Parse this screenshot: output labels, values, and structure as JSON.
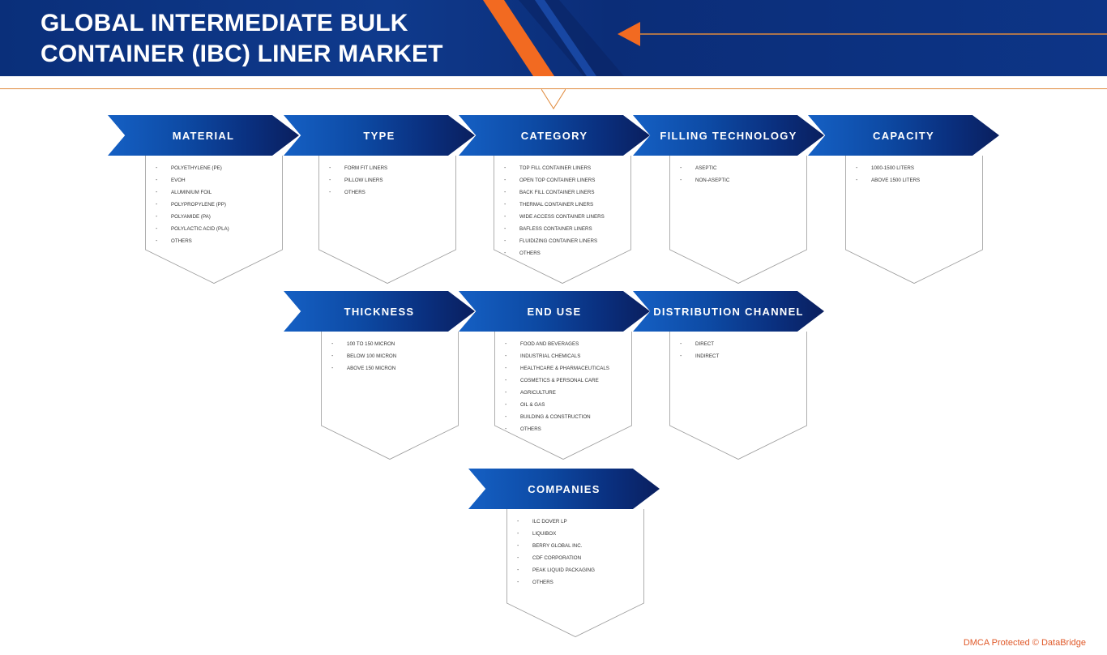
{
  "title": {
    "line1": "GLOBAL INTERMEDIATE BULK",
    "line2": "CONTAINER (IBC) LINER MARKET"
  },
  "colors": {
    "header_blue": "#0f3a8c",
    "accent_orange": "#f26a21",
    "banner_blue": "#1560c4",
    "banner_dark": "#0a1f5e"
  },
  "segments": [
    {
      "label": "MATERIAL",
      "items": [
        "POLYETHYLENE (PE)",
        "EVOH",
        "ALUMINIUM FOIL",
        "POLYPROPYLENE (PP)",
        "POLYAMIDE (PA)",
        "POLYLACTIC ACID (PLA)",
        "OTHERS"
      ]
    },
    {
      "label": "TYPE",
      "items": [
        "FORM FIT LINERS",
        "PILLOW LINERS",
        "OTHERS"
      ]
    },
    {
      "label": "CATEGORY",
      "items": [
        "TOP FILL CONTAINER LINERS",
        "OPEN TOP CONTAINER LINERS",
        "BACK FILL CONTAINER LINERS",
        "THERMAL CONTAINER LINERS",
        "WIDE ACCESS CONTAINER LINERS",
        "BAFLESS CONTAINER LINERS",
        "FLUIDIZING CONTAINER LINERS",
        "OTHERS"
      ]
    },
    {
      "label": "FILLING TECHNOLOGY",
      "items": [
        "ASEPTIC",
        "NON-ASEPTIC"
      ]
    },
    {
      "label": "CAPACITY",
      "items": [
        "1000-1500 LITERS",
        "ABOVE 1500 LITERS"
      ]
    },
    {
      "label": "THICKNESS",
      "items": [
        "100 TO 150 MICRON",
        "BELOW 100 MICRON",
        "ABOVE 150 MICRON"
      ]
    },
    {
      "label": "END USE",
      "items": [
        "FOOD AND BEVERAGES",
        "INDUSTRIAL CHEMICALS",
        "HEALTHCARE & PHARMACEUTICALS",
        "COSMETICS & PERSONAL CARE",
        "AGRICULTURE",
        "OIL & GAS",
        "BUILDING & CONSTRUCTION",
        "OTHERS"
      ]
    },
    {
      "label": "DISTRIBUTION CHANNEL",
      "items": [
        "DIRECT",
        "INDIRECT"
      ]
    },
    {
      "label": "COMPANIES",
      "items": [
        "ILC DOVER LP",
        "LIQUIBOX",
        "BERRY GLOBAL INC.",
        "CDF CORPORATION",
        "PEAK LIQUID PACKAGING",
        "OTHERS"
      ]
    }
  ],
  "footer": {
    "note": "DMCA Protected © DataBridge"
  }
}
